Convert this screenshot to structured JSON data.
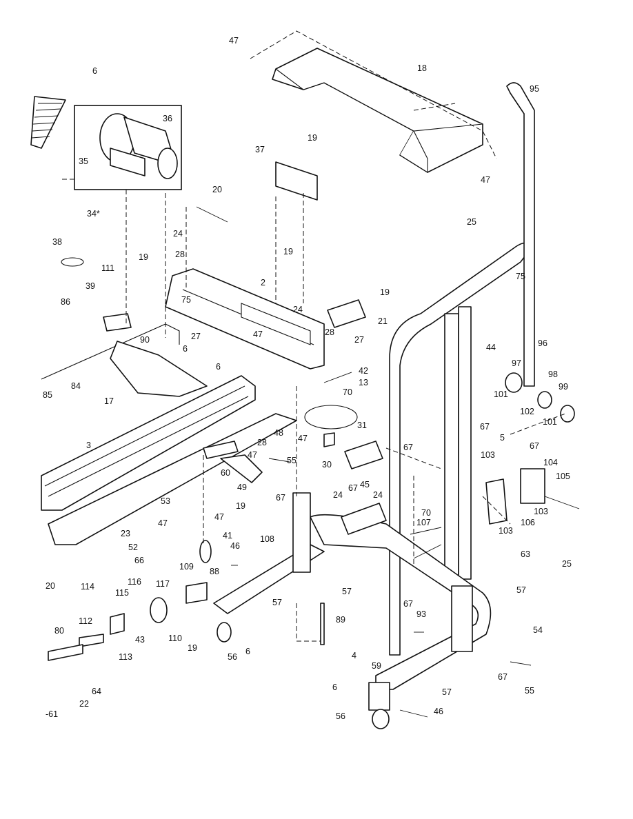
{
  "diagram": {
    "callouts": [
      {
        "id": "c47a",
        "text": "47"
      },
      {
        "id": "c18",
        "text": "18"
      },
      {
        "id": "c95",
        "text": "95"
      },
      {
        "id": "c6a",
        "text": "6"
      },
      {
        "id": "c36",
        "text": "36"
      },
      {
        "id": "c35",
        "text": "35"
      },
      {
        "id": "c34",
        "text": "34*"
      },
      {
        "id": "c19a",
        "text": "19"
      },
      {
        "id": "c37",
        "text": "37"
      },
      {
        "id": "c47b",
        "text": "47"
      },
      {
        "id": "c20a",
        "text": "20"
      },
      {
        "id": "c25a",
        "text": "25"
      },
      {
        "id": "c38",
        "text": "38"
      },
      {
        "id": "c24a",
        "text": "24"
      },
      {
        "id": "c19b",
        "text": "19"
      },
      {
        "id": "c19c",
        "text": "19"
      },
      {
        "id": "c111",
        "text": "111"
      },
      {
        "id": "c28a",
        "text": "28"
      },
      {
        "id": "c75a",
        "text": "75"
      },
      {
        "id": "c2",
        "text": "2"
      },
      {
        "id": "c39",
        "text": "39"
      },
      {
        "id": "c75b",
        "text": "75"
      },
      {
        "id": "c19d",
        "text": "19"
      },
      {
        "id": "c86",
        "text": "86"
      },
      {
        "id": "c24b",
        "text": "24"
      },
      {
        "id": "c21",
        "text": "21"
      },
      {
        "id": "c27a",
        "text": "27"
      },
      {
        "id": "c47c",
        "text": "47"
      },
      {
        "id": "c28b",
        "text": "28"
      },
      {
        "id": "c90",
        "text": "90"
      },
      {
        "id": "c6b",
        "text": "6"
      },
      {
        "id": "c27b",
        "text": "27"
      },
      {
        "id": "c44",
        "text": "44"
      },
      {
        "id": "c96",
        "text": "96"
      },
      {
        "id": "c6c",
        "text": "6"
      },
      {
        "id": "c97",
        "text": "97"
      },
      {
        "id": "c98",
        "text": "98"
      },
      {
        "id": "c42",
        "text": "42"
      },
      {
        "id": "c84",
        "text": "84"
      },
      {
        "id": "c85",
        "text": "85"
      },
      {
        "id": "c70a",
        "text": "70"
      },
      {
        "id": "c13",
        "text": "13"
      },
      {
        "id": "c99",
        "text": "99"
      },
      {
        "id": "c17",
        "text": "17"
      },
      {
        "id": "c101a",
        "text": "101"
      },
      {
        "id": "c102",
        "text": "102"
      },
      {
        "id": "c67a",
        "text": "67"
      },
      {
        "id": "c101b",
        "text": "101"
      },
      {
        "id": "c5",
        "text": "5"
      },
      {
        "id": "c67b",
        "text": "67"
      },
      {
        "id": "c28c",
        "text": "28"
      },
      {
        "id": "c31",
        "text": "31"
      },
      {
        "id": "c47d",
        "text": "47"
      },
      {
        "id": "c48",
        "text": "48"
      },
      {
        "id": "c3",
        "text": "3"
      },
      {
        "id": "c67c",
        "text": "67"
      },
      {
        "id": "c47e",
        "text": "47"
      },
      {
        "id": "c55a",
        "text": "55"
      },
      {
        "id": "c30",
        "text": "30"
      },
      {
        "id": "c103a",
        "text": "103"
      },
      {
        "id": "c104",
        "text": "104"
      },
      {
        "id": "c60",
        "text": "60"
      },
      {
        "id": "c105",
        "text": "105"
      },
      {
        "id": "c45",
        "text": "45"
      },
      {
        "id": "c49",
        "text": "49"
      },
      {
        "id": "c67d",
        "text": "67"
      },
      {
        "id": "c67e",
        "text": "67"
      },
      {
        "id": "c24c",
        "text": "24"
      },
      {
        "id": "c24d",
        "text": "24"
      },
      {
        "id": "c53",
        "text": "53"
      },
      {
        "id": "c19e",
        "text": "19"
      },
      {
        "id": "c103b",
        "text": "103"
      },
      {
        "id": "c47f",
        "text": "47"
      },
      {
        "id": "c106",
        "text": "106"
      },
      {
        "id": "c70b",
        "text": "70"
      },
      {
        "id": "c107",
        "text": "107"
      },
      {
        "id": "c103c",
        "text": "103"
      },
      {
        "id": "c47g",
        "text": "47"
      },
      {
        "id": "c23",
        "text": "23"
      },
      {
        "id": "c108",
        "text": "108"
      },
      {
        "id": "c41",
        "text": "41"
      },
      {
        "id": "c52",
        "text": "52"
      },
      {
        "id": "c63",
        "text": "63"
      },
      {
        "id": "c46a",
        "text": "46"
      },
      {
        "id": "c66",
        "text": "66"
      },
      {
        "id": "c25b",
        "text": "25"
      },
      {
        "id": "c20b",
        "text": "20"
      },
      {
        "id": "c109",
        "text": "109"
      },
      {
        "id": "c88",
        "text": "88"
      },
      {
        "id": "c116",
        "text": "116"
      },
      {
        "id": "c114",
        "text": "114"
      },
      {
        "id": "c117",
        "text": "117"
      },
      {
        "id": "c57a",
        "text": "57"
      },
      {
        "id": "c57b",
        "text": "57"
      },
      {
        "id": "c115",
        "text": "115"
      },
      {
        "id": "c57c",
        "text": "57"
      },
      {
        "id": "c67f",
        "text": "67"
      },
      {
        "id": "c93",
        "text": "93"
      },
      {
        "id": "c112",
        "text": "112"
      },
      {
        "id": "c54",
        "text": "54"
      },
      {
        "id": "c89",
        "text": "89"
      },
      {
        "id": "c80",
        "text": "80"
      },
      {
        "id": "c43",
        "text": "43"
      },
      {
        "id": "c110",
        "text": "110"
      },
      {
        "id": "c19f",
        "text": "19"
      },
      {
        "id": "c6d",
        "text": "6"
      },
      {
        "id": "c113",
        "text": "113"
      },
      {
        "id": "c56a",
        "text": "56"
      },
      {
        "id": "c4",
        "text": "4"
      },
      {
        "id": "c59",
        "text": "59"
      },
      {
        "id": "c67g",
        "text": "67"
      },
      {
        "id": "c6e",
        "text": "6"
      },
      {
        "id": "c55b",
        "text": "55"
      },
      {
        "id": "c57d",
        "text": "57"
      },
      {
        "id": "c64",
        "text": "64"
      },
      {
        "id": "c22",
        "text": "22"
      },
      {
        "id": "c46b",
        "text": "46"
      },
      {
        "id": "c61",
        "text": "-61"
      },
      {
        "id": "c56b",
        "text": "56"
      }
    ]
  }
}
